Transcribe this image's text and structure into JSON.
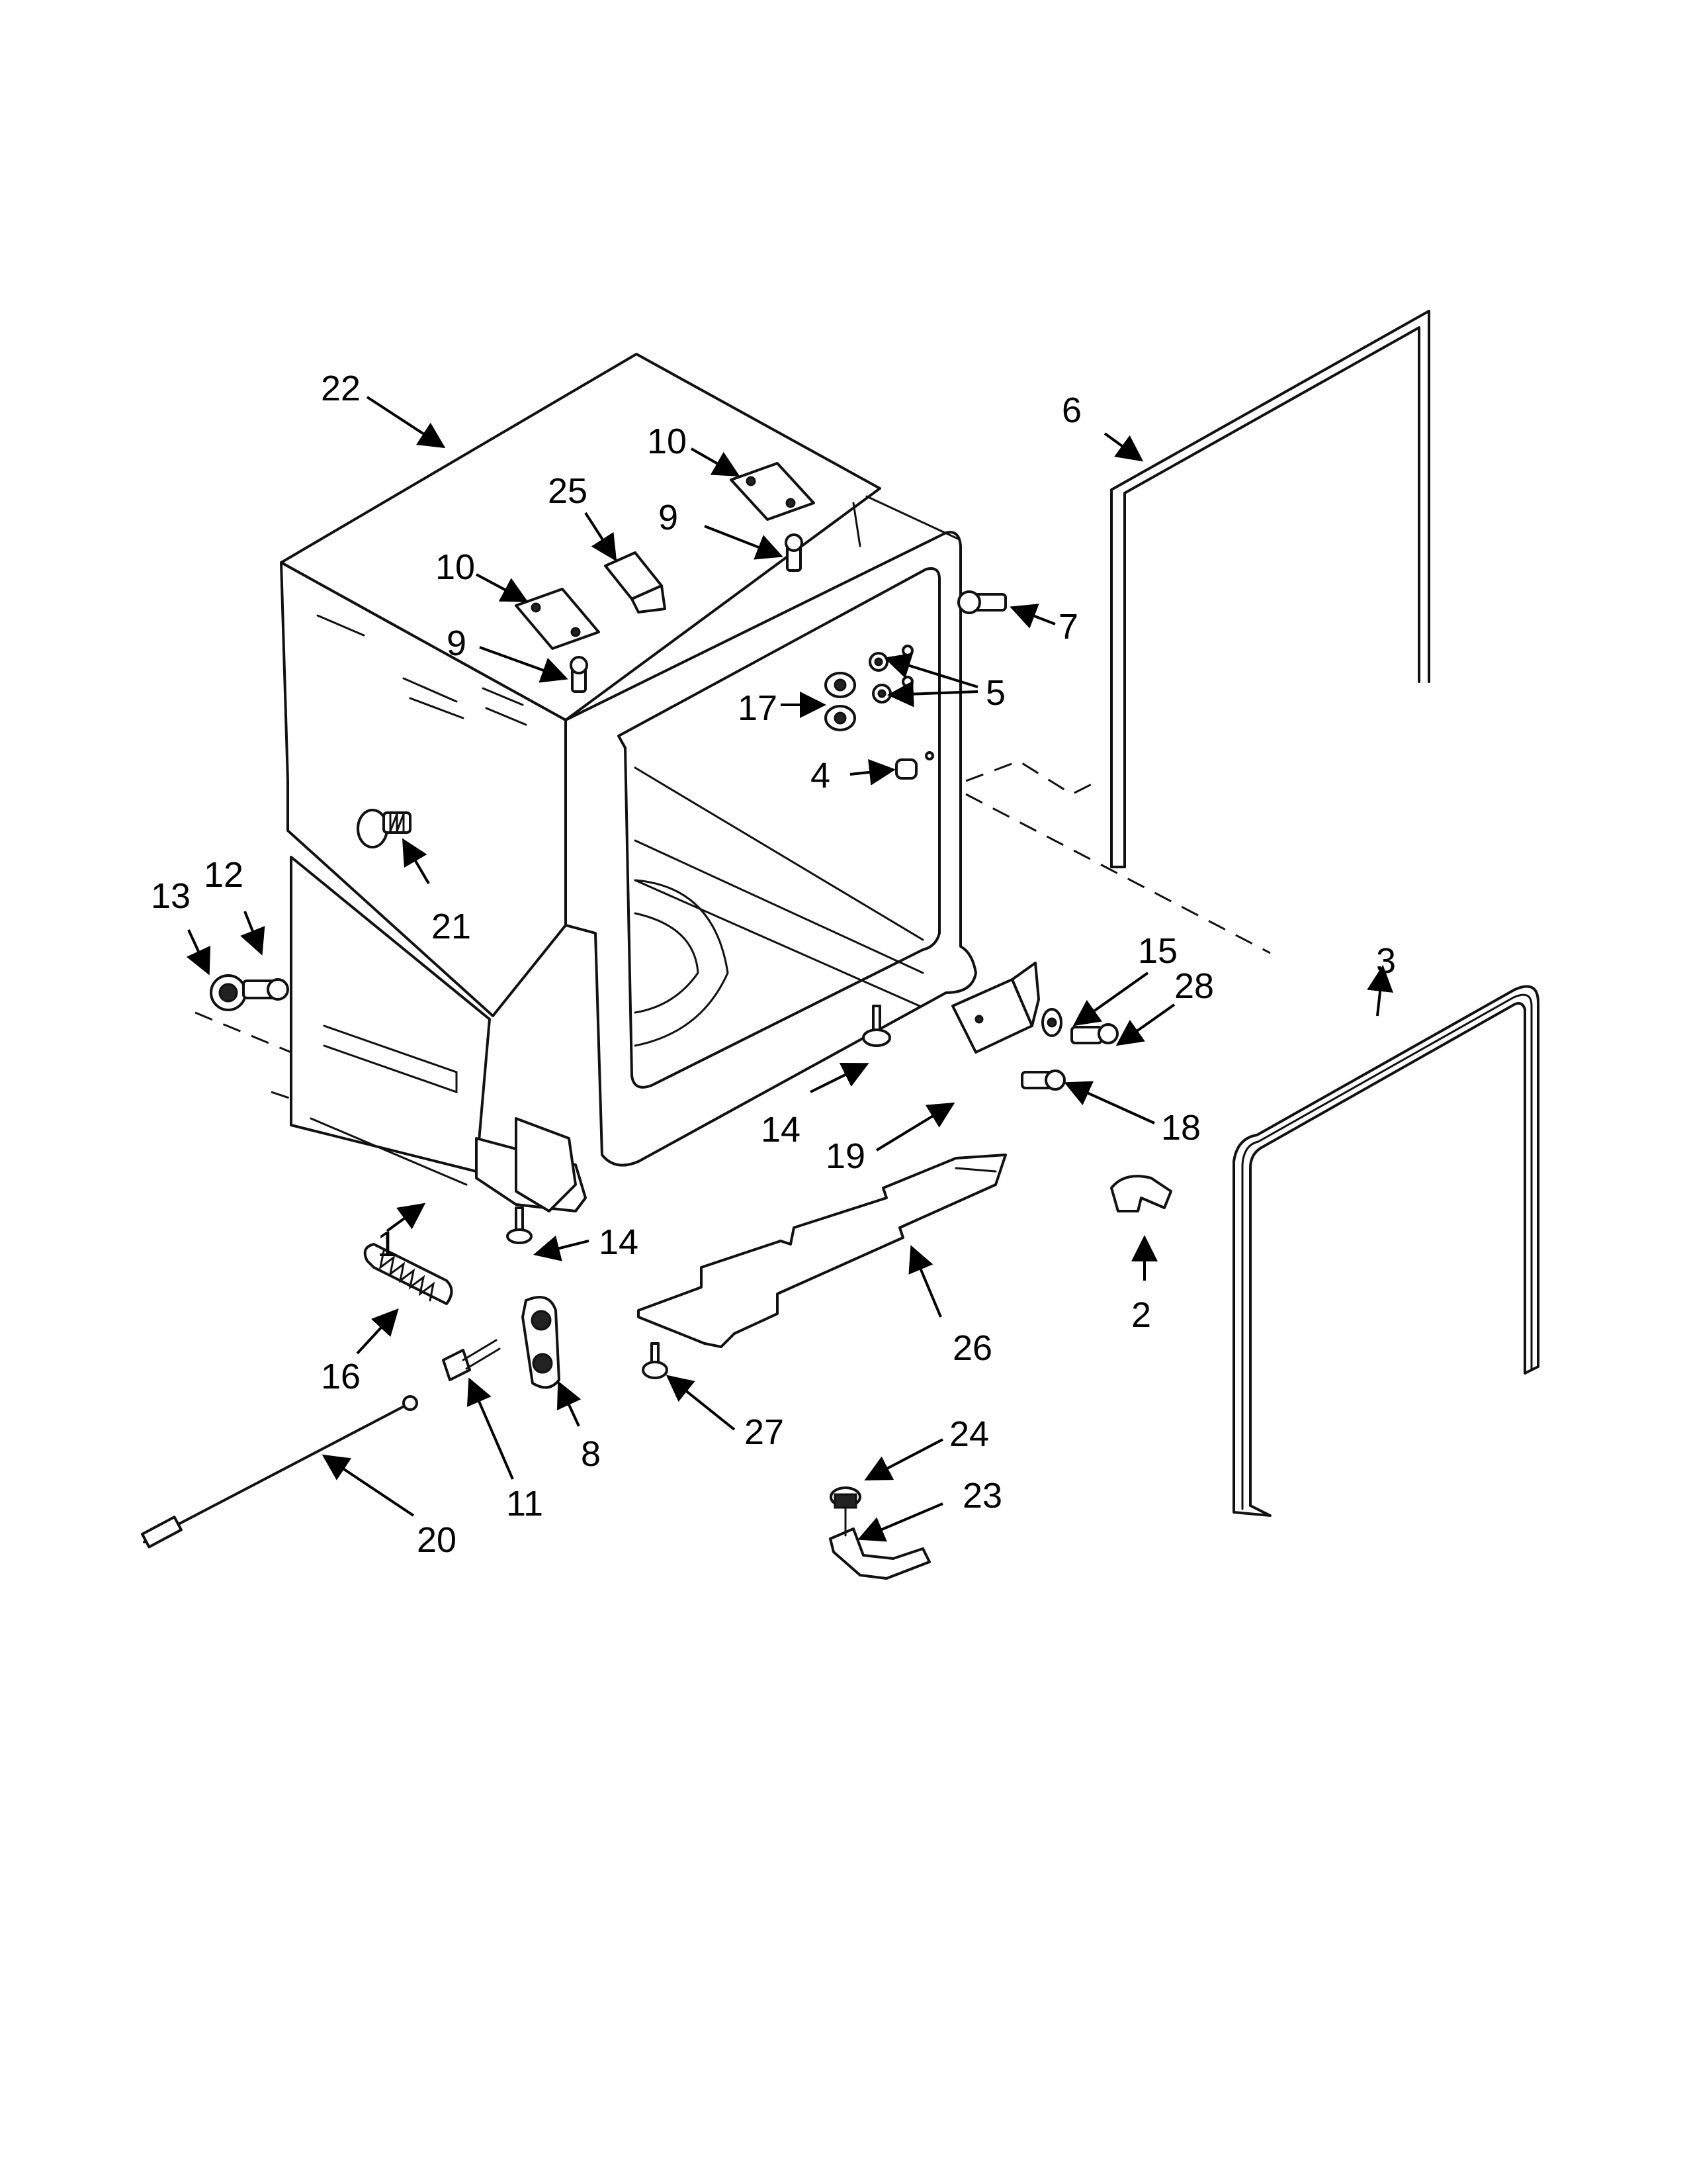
{
  "callouts": [
    {
      "id": "c22a",
      "label": "22"
    },
    {
      "id": "c6",
      "label": "6"
    },
    {
      "id": "c10a",
      "label": "10"
    },
    {
      "id": "c25",
      "label": "25"
    },
    {
      "id": "c9a",
      "label": "9"
    },
    {
      "id": "c10b",
      "label": "10"
    },
    {
      "id": "c9b",
      "label": "9"
    },
    {
      "id": "c7",
      "label": "7"
    },
    {
      "id": "c5",
      "label": "5"
    },
    {
      "id": "c17",
      "label": "17"
    },
    {
      "id": "c4",
      "label": "4"
    },
    {
      "id": "c13",
      "label": "13"
    },
    {
      "id": "c12",
      "label": "12"
    },
    {
      "id": "c21",
      "label": "21"
    },
    {
      "id": "c15",
      "label": "15"
    },
    {
      "id": "c3",
      "label": "3"
    },
    {
      "id": "c28",
      "label": "28"
    },
    {
      "id": "c14a",
      "label": "14"
    },
    {
      "id": "c19",
      "label": "19"
    },
    {
      "id": "c18",
      "label": "18"
    },
    {
      "id": "c1",
      "label": "1"
    },
    {
      "id": "c14b",
      "label": "14"
    },
    {
      "id": "c2",
      "label": "2"
    },
    {
      "id": "c16",
      "label": "16"
    },
    {
      "id": "c26",
      "label": "26"
    },
    {
      "id": "c8",
      "label": "8"
    },
    {
      "id": "c27",
      "label": "27"
    },
    {
      "id": "c11",
      "label": "11"
    },
    {
      "id": "c24",
      "label": "24"
    },
    {
      "id": "c23",
      "label": "23"
    },
    {
      "id": "c20",
      "label": "20"
    }
  ],
  "colors": {
    "line": "#111111",
    "background": "#ffffff"
  }
}
